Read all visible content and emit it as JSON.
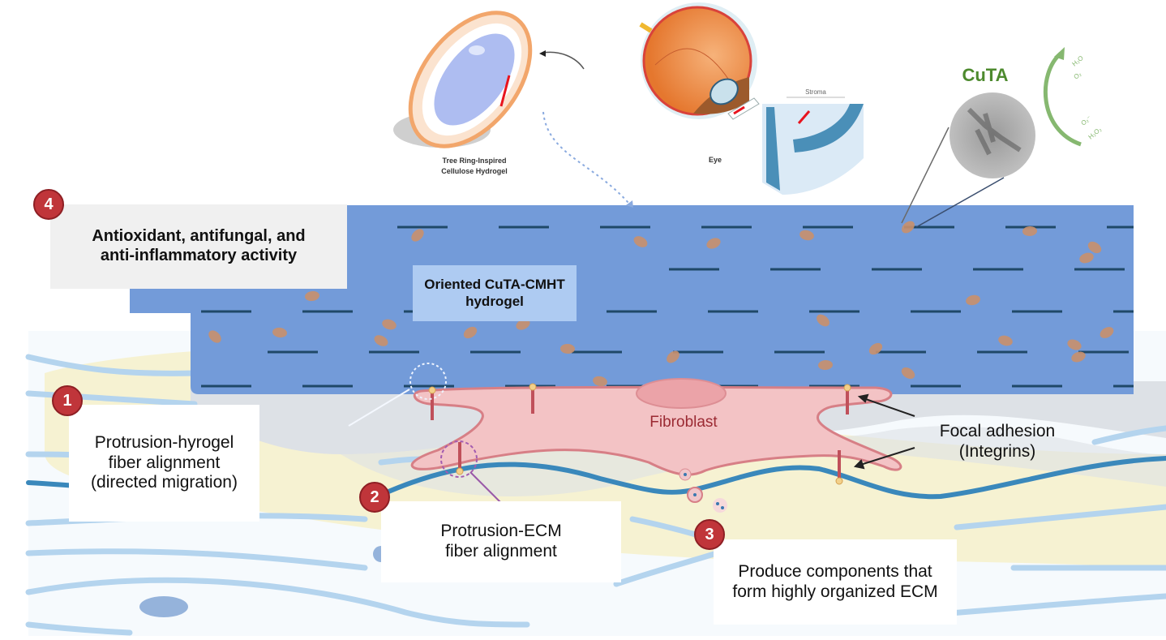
{
  "figure": {
    "top_illustrations": {
      "hydrogel_label": [
        "Tree Ring-Inspired",
        "Cellulose Hydrogel"
      ],
      "eye_label": "Eye",
      "stroma_label": "Stroma",
      "cuta_label": "CuTA",
      "ros_cycle_labels": [
        "H₂O",
        "O₂",
        "O₂⁻",
        "H₂O₂"
      ]
    },
    "hydrogel_layer": {
      "label": "Oriented CuTA-CMHT hydrogel"
    },
    "cell": {
      "label": "Fibroblast"
    },
    "callouts": [
      {
        "number": "1",
        "lines": [
          "Protrusion-hyrogel",
          "fiber alignment",
          "(directed migration)"
        ]
      },
      {
        "number": "2",
        "lines": [
          "Protrusion-ECM",
          "fiber alignment"
        ]
      },
      {
        "number": "3",
        "lines": [
          "Produce  components that",
          "form highly organized ECM"
        ]
      },
      {
        "number": "4",
        "lines": [
          "Antioxidant, antifungal, and",
          "anti-inflammatory activity"
        ]
      }
    ],
    "focal_adhesion": {
      "lines": [
        "Focal adhesion",
        "(Integrins)"
      ]
    },
    "colors": {
      "hydrogel_blue": "#739bd9",
      "hydrogel_label_box": "#aecbf2",
      "fiber_dash": "#1f4868",
      "cuta_particle": "#c9906b",
      "cell_pink": "#f3c3c5",
      "cell_outline": "#d77f86",
      "nucleus": "#eba3a8",
      "fibroblast_text": "#9b2a33",
      "ecm_fiber": "#3a88bb",
      "ecm_light_fiber": "#b4d4ee",
      "yellow_tissue": "#f6f2d2",
      "grey_matrix": "#dde1e6",
      "badge_red": "#c0353a",
      "cuta_green": "#4d8a2e",
      "callout4_bg": "#f0f0f0"
    }
  }
}
